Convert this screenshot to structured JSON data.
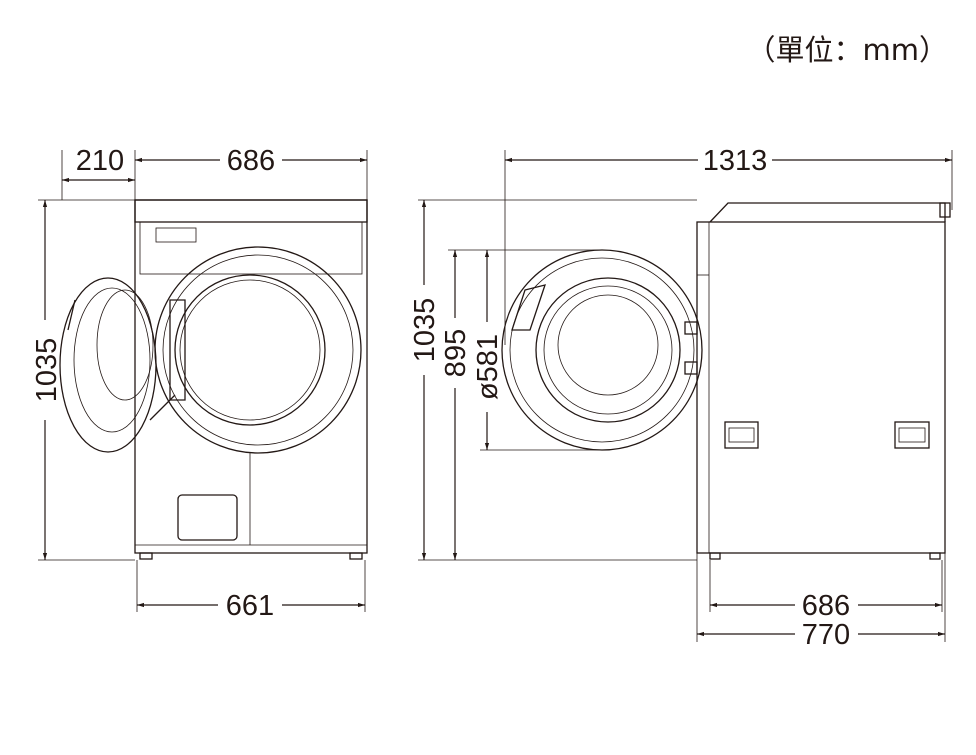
{
  "unit_label": "（單位：mm）",
  "front_view": {
    "door_swing": "210",
    "width_top": "686",
    "height": "1035",
    "width_bottom": "661"
  },
  "middle_view": {
    "total_depth_door_open": "1313",
    "height": "1035",
    "door_height": "895",
    "door_diameter": "ø581"
  },
  "side_view": {
    "depth_body": "686",
    "depth_total": "770"
  },
  "colors": {
    "line": "#231815",
    "background": "#ffffff"
  }
}
